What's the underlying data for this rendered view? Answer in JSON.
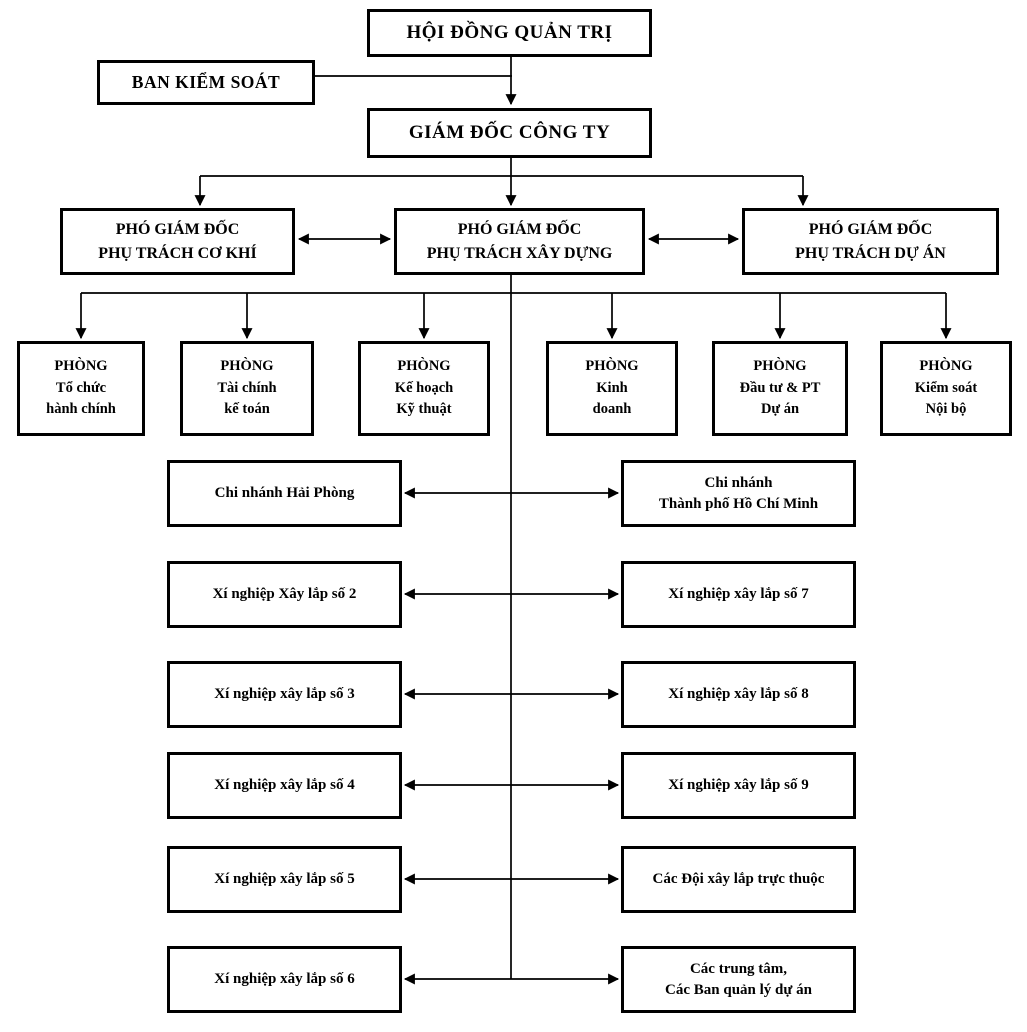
{
  "diagram": {
    "title": "Company organizational chart",
    "board": "HỘI ĐỒNG QUẢN TRỊ",
    "supervisory": "BAN KIỂM SOÁT",
    "director": "GIÁM ĐỐC CÔNG TY",
    "deputies": [
      {
        "line1": "PHÓ GIÁM ĐỐC",
        "line2": "PHỤ TRÁCH CƠ KHÍ"
      },
      {
        "line1": "PHÓ GIÁM ĐỐC",
        "line2": "PHỤ TRÁCH XÂY DỰNG"
      },
      {
        "line1": "PHÓ GIÁM ĐỐC",
        "line2": "PHỤ TRÁCH DỰ ÁN"
      }
    ],
    "departments": [
      {
        "line1": "PHÒNG",
        "line2": "Tổ chức",
        "line3": "hành chính"
      },
      {
        "line1": "PHÒNG",
        "line2": "Tài chính",
        "line3": "kế toán"
      },
      {
        "line1": "PHÒNG",
        "line2": "Kế hoạch",
        "line3": "Kỹ thuật"
      },
      {
        "line1": "PHÒNG",
        "line2": "Kinh",
        "line3": "doanh"
      },
      {
        "line1": "PHÒNG",
        "line2": "Đầu tư & PT",
        "line3": "Dự án"
      },
      {
        "line1": "PHÒNG",
        "line2": "Kiểm soát",
        "line3": "Nội bộ"
      }
    ],
    "units_left": [
      {
        "line1": "Chi nhánh Hải Phòng"
      },
      {
        "line1": "Xí nghiệp Xây lắp số 2"
      },
      {
        "line1": "Xí nghiệp xây lắp số 3"
      },
      {
        "line1": "Xí nghiệp xây lắp số 4"
      },
      {
        "line1": "Xí nghiệp xây lắp số 5"
      },
      {
        "line1": "Xí nghiệp xây lắp số 6"
      }
    ],
    "units_right": [
      {
        "line1": "Chi nhánh",
        "line2": "Thành phố Hồ Chí Minh"
      },
      {
        "line1": "Xí nghiệp xây lắp số 7"
      },
      {
        "line1": "Xí nghiệp xây lắp số 8"
      },
      {
        "line1": "Xí nghiệp xây lắp số 9"
      },
      {
        "line1": "Các Đội xây lắp trực thuộc"
      },
      {
        "line1": "Các trung tâm,",
        "line2": "Các Ban quản lý dự án"
      }
    ],
    "colors": {
      "line": "#000000",
      "box_border": "#000000",
      "box_background": "#ffffff",
      "text": "#000000",
      "page_background": "#ffffff"
    }
  }
}
